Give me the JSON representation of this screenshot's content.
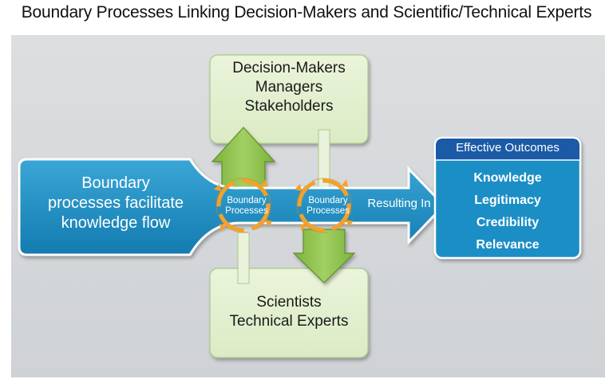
{
  "title": "Boundary Processes Linking Decision-Makers and Scientific/Technical Experts",
  "decision_makers": [
    "Decision-Makers",
    "Managers",
    "Stakeholders"
  ],
  "scientists": [
    "Scientists",
    "Technical Experts"
  ],
  "main_arrow_text": [
    "Boundary",
    "processes facilitate",
    "knowledge flow"
  ],
  "boundary_process_label": [
    "Boundary",
    "Processes"
  ],
  "resulting_label": "Resulting In",
  "outcomes": {
    "title": "Effective Outcomes",
    "items": [
      "Knowledge",
      "Legitimacy",
      "Credibility",
      "Relevance"
    ]
  },
  "colors": {
    "panel": "#d6d8da",
    "box_green": "#e4f0cf",
    "arrow_green": "#8dc04a",
    "flow_blue": "#1f8fc4",
    "outcome_blue": "#1d8ec6",
    "outcome_header": "#1b5aa6",
    "cycle_orange": "#f2a22c"
  }
}
